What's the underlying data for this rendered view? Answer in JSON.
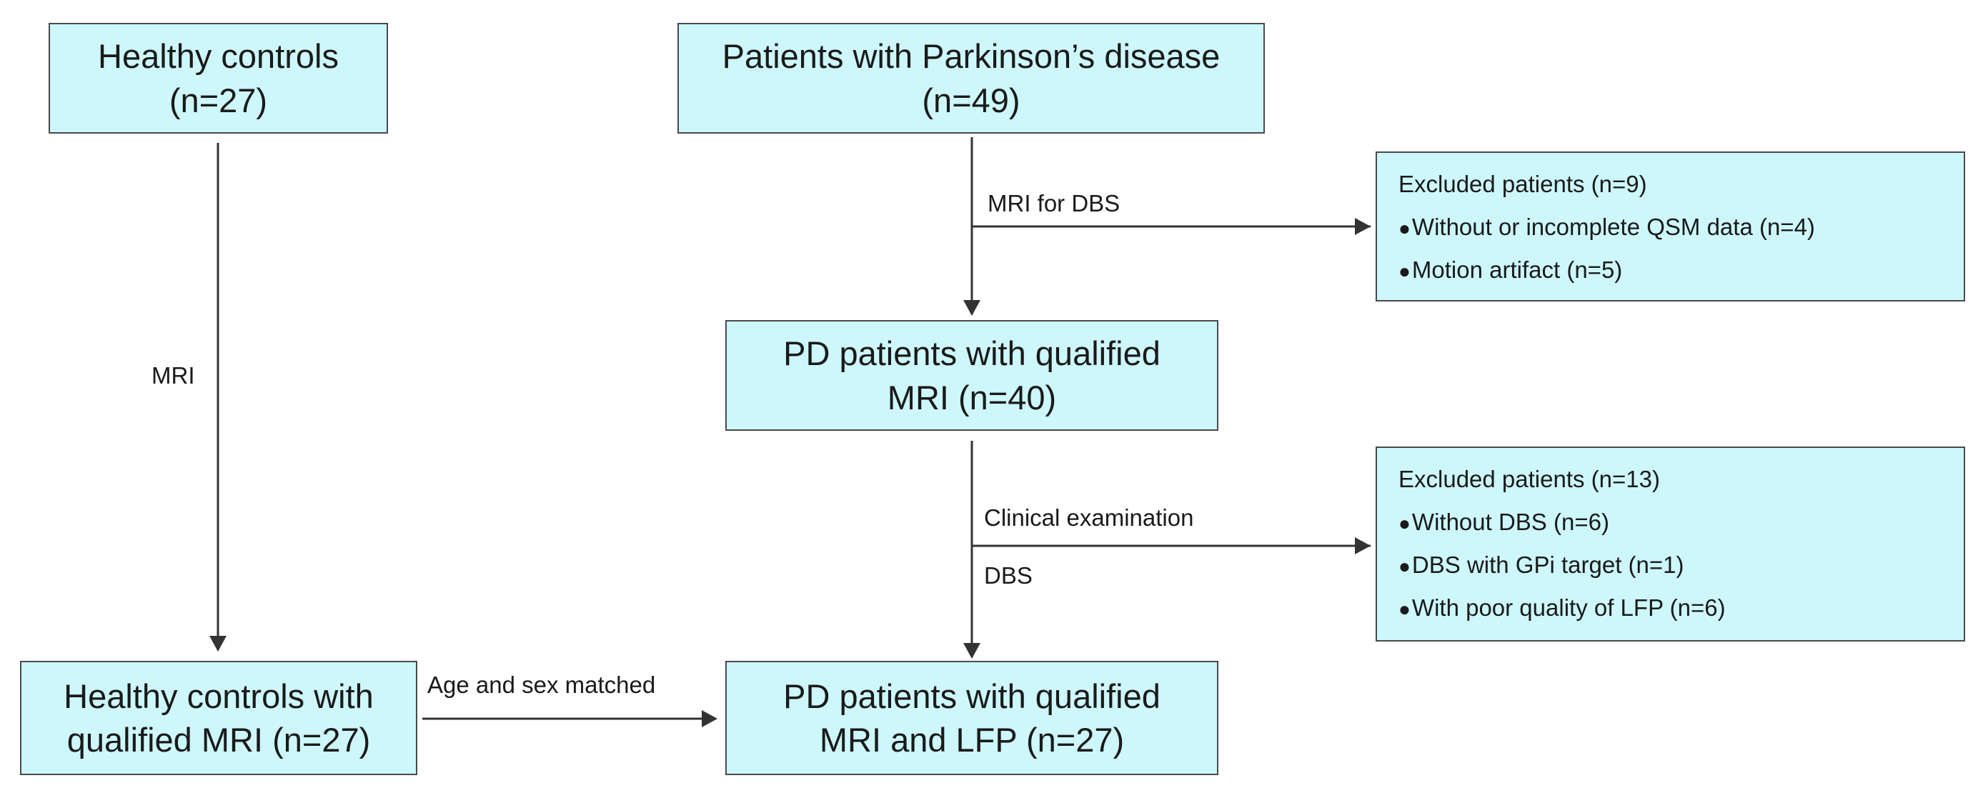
{
  "boxes": {
    "healthy_controls": {
      "line1": "Healthy controls",
      "line2": "(n=27)"
    },
    "pd_patients": {
      "line1": "Patients with Parkinson’s disease",
      "line2": "(n=49)"
    },
    "pd_qualified_mri": {
      "line1": "PD patients with qualified",
      "line2": "MRI (n=40)"
    },
    "healthy_qualified": {
      "line1": "Healthy controls with",
      "line2": "qualified MRI (n=27)"
    },
    "pd_qualified_mri_lfp": {
      "line1": "PD patients with qualified",
      "line2": "MRI and LFP (n=27)"
    }
  },
  "excluded_1": {
    "title": "Excluded patients (n=9)",
    "items": [
      "Without or incomplete QSM data (n=4)",
      "Motion artifact (n=5)"
    ]
  },
  "excluded_2": {
    "title": "Excluded patients (n=13)",
    "items": [
      "Without DBS (n=6)",
      "DBS with GPi target (n=1)",
      "With poor quality of LFP (n=6)"
    ]
  },
  "edge_labels": {
    "mri": "MRI",
    "mri_for_dbs": "MRI for DBS",
    "clinical_examination": "Clinical examination",
    "dbs": "DBS",
    "age_sex_matched": "Age and sex matched"
  },
  "colors": {
    "box_fill": "#cdf7fb",
    "box_border": "#4a4a4a",
    "line": "#333333"
  }
}
